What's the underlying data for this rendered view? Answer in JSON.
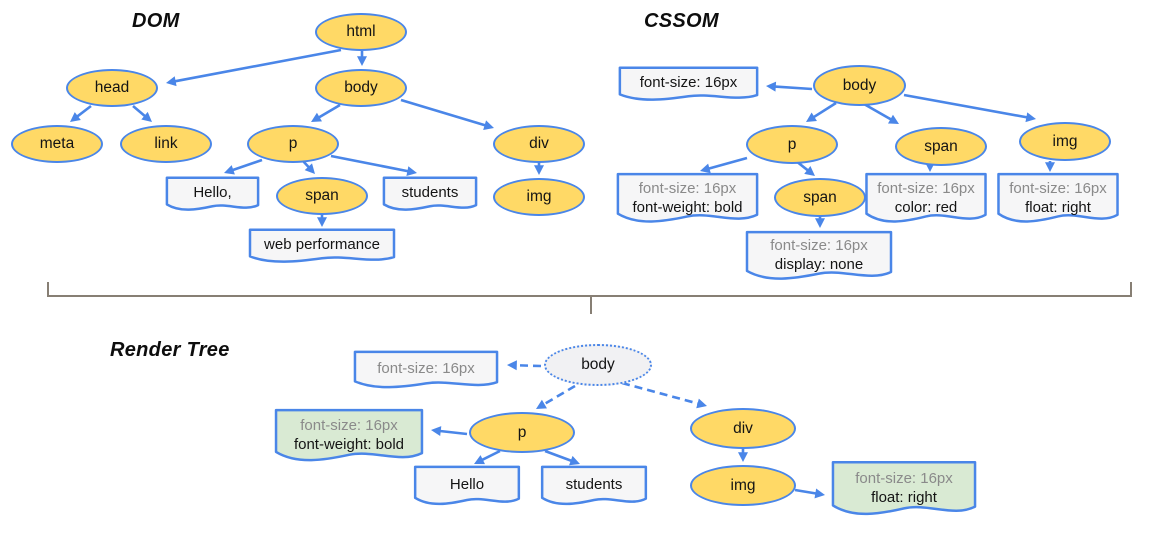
{
  "dom": {
    "title": "DOM",
    "nodes": {
      "html": "html",
      "head": "head",
      "body": "body",
      "meta": "meta",
      "link": "link",
      "p": "p",
      "div": "div",
      "span": "span",
      "img": "img"
    },
    "text_nodes": {
      "hello": "Hello,",
      "students": "students",
      "web_performance": "web performance"
    }
  },
  "cssom": {
    "title": "CSSOM",
    "nodes": {
      "body": "body",
      "p": "p",
      "span_in_p": "span",
      "span": "span",
      "img": "img"
    },
    "rules": {
      "body": [
        "font-size: 16px"
      ],
      "p": [
        "font-size: 16px",
        "font-weight: bold"
      ],
      "span_in_p": [
        "font-size: 16px",
        "display: none"
      ],
      "span": [
        "font-size: 16px",
        "color: red"
      ],
      "img": [
        "font-size: 16px",
        "float: right"
      ]
    }
  },
  "render_tree": {
    "title": "Render Tree",
    "nodes": {
      "body": "body",
      "p": "p",
      "div": "div",
      "img": "img"
    },
    "text_nodes": {
      "hello": "Hello",
      "students": "students"
    },
    "styles": {
      "body": [
        "font-size: 16px"
      ],
      "p": [
        "font-size: 16px",
        "font-weight: bold"
      ],
      "img": [
        "font-size: 16px",
        "float: right"
      ]
    }
  },
  "colors": {
    "node_fill": "#ffd966",
    "node_stroke": "#4a86e8",
    "arrow": "#4a86e8",
    "doc_fill": "#f6f6f7",
    "computed_style_fill": "#d9ead3",
    "render_body_fill": "#f1f1f3",
    "muted_text": "#8a8a8a",
    "text": "#141414",
    "bracket": "#877f74"
  }
}
